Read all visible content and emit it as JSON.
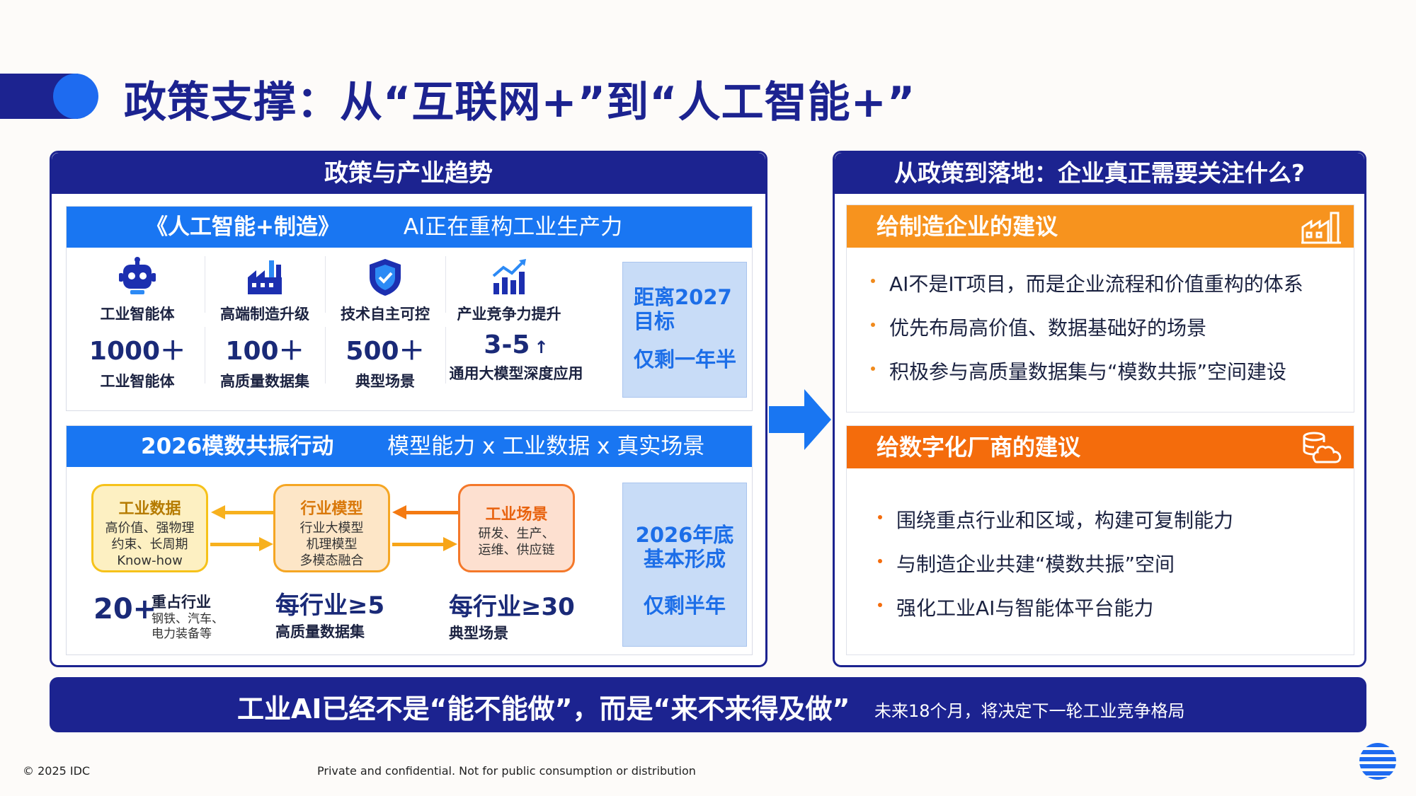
{
  "title": "政策支撑：从“互联网+”到“人工智能+”",
  "left_panel": {
    "header": "政策与产业趋势",
    "section1": {
      "title": "《人工智能+制造》",
      "subtitle": "AI正在重构工业生产力",
      "items": [
        {
          "icon": "robot-icon",
          "label": "工业智能体",
          "value": "1000＋",
          "value_label": "工业智能体"
        },
        {
          "icon": "factory-icon",
          "label": "高端制造升级",
          "value": "100＋",
          "value_label": "高质量数据集"
        },
        {
          "icon": "shield-icon",
          "label": "技术自主可控",
          "value": "500＋",
          "value_label": "典型场景"
        },
        {
          "icon": "growth-chart-icon",
          "label": "产业竞争力提升",
          "value": "3-5",
          "value_suffix": "↑",
          "value_label": "通用大模型深度应用"
        }
      ],
      "side_line1": "距离2027",
      "side_line2": "目标",
      "side_line3": "仅剩一年半"
    },
    "section2": {
      "title": "2026模数共振行动",
      "subtitle": "模型能力 x 工业数据 x 真实场景",
      "boxes": [
        {
          "title": "工业数据",
          "lines": [
            "高价值、强物理",
            "约束、长周期",
            "Know-how"
          ]
        },
        {
          "title": "行业模型",
          "lines": [
            "行业大模型",
            "机理模型",
            "多模态融合"
          ]
        },
        {
          "title": "工业场景",
          "lines": [
            "研发、生产、",
            "运维、供应链"
          ]
        }
      ],
      "stat1_num": "20+",
      "stat1_title": "重占行业",
      "stat1_line1": "钢铁、汽车、",
      "stat1_line2": "电力装备等",
      "stat2_value": "每行业≥5",
      "stat2_label": "高质量数据集",
      "stat3_value": "每行业≥30",
      "stat3_label": "典型场景",
      "side_line1": "2026年底",
      "side_line2": "基本形成",
      "side_line3": "仅剩半年"
    }
  },
  "right_panel": {
    "header": "从政策到落地：企业真正需要关注什么?",
    "section1": {
      "title": "给制造企业的建议",
      "icon": "factory-outline-icon",
      "bullets": [
        "AI不是IT项目，而是企业流程和价值重构的体系",
        "优先布局高价值、数据基础好的场景",
        "积极参与高质量数据集与“模数共振”空间建设"
      ]
    },
    "section2": {
      "title": "给数字化厂商的建议",
      "icon": "cloud-database-icon",
      "bullets": [
        "围绕重点行业和区域，构建可复制能力",
        "与制造企业共建“模数共振”空间",
        "强化工业AI与智能体平台能力"
      ]
    }
  },
  "banner": {
    "main": "工业AI已经不是“能不能做”，而是“来不来得及做”",
    "sub": "未来18个月，将决定下一轮工业竞争格局"
  },
  "footer": {
    "copyright": "© 2025 IDC",
    "notice": "Private and confidential. Not for public consumption or distribution"
  },
  "colors": {
    "navy": "#1c2390",
    "blue": "#1976f2",
    "orange": "#f7931e",
    "orange_dark": "#f46c0c"
  }
}
